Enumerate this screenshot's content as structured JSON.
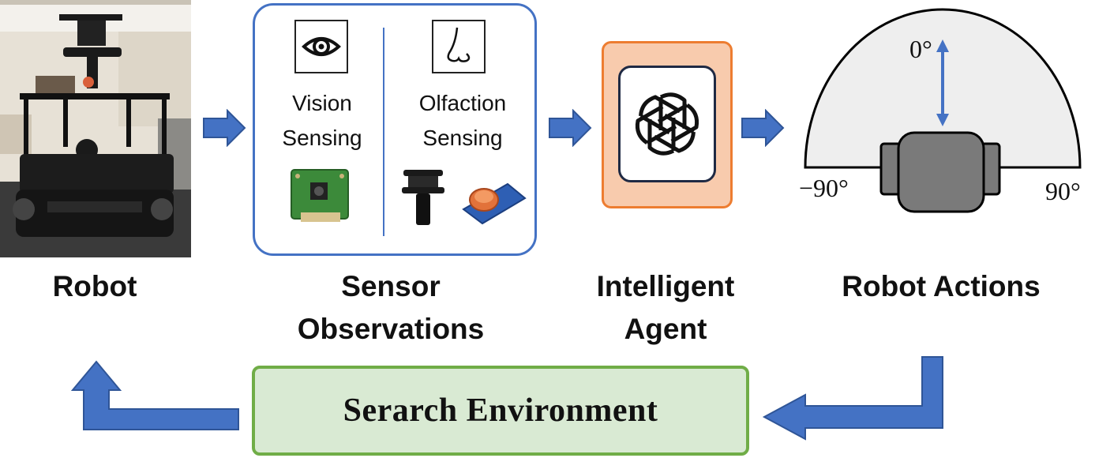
{
  "robot": {
    "label": "Robot"
  },
  "sensors": {
    "label_line1": "Sensor",
    "label_line2": "Observations",
    "vision": {
      "line1": "Vision",
      "line2": "Sensing",
      "icon": "eye-icon"
    },
    "olfaction": {
      "line1": "Olfaction",
      "line2": "Sensing",
      "icon": "nose-icon"
    }
  },
  "agent": {
    "label_line1": "Intelligent",
    "label_line2": "Agent",
    "icon": "openai-logo-icon"
  },
  "actions": {
    "label": "Robot Actions",
    "angle_top": "0°",
    "angle_left": "−90°",
    "angle_right": "90°"
  },
  "environment": {
    "label": "Serarch Environment"
  },
  "colors": {
    "arrow_blue": "#4472C4",
    "sensor_border": "#4472C4",
    "agent_fill": "#F8CBAD",
    "agent_border": "#ED7D31",
    "env_fill": "#D9EAD3",
    "env_border": "#70AD47"
  }
}
